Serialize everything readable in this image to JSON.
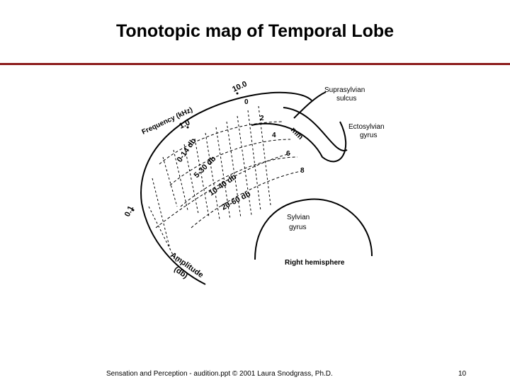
{
  "slide": {
    "title": "Tonotopic map of Temporal Lobe",
    "footer": "Sensation and Perception - audition.ppt © 2001 Laura Snodgrass, Ph.D.",
    "page_number": "10",
    "rule_color": "#8b1a1a"
  },
  "figure": {
    "labels": {
      "suprasylvian": "Suprasylvian\nsulcus",
      "ectosylvian": "Ectosylvian\ngyrus",
      "sylvian": "Sylvian\ngyrus",
      "hemisphere": "Right hemisphere",
      "frequency_axis": "Frequency (kHz)",
      "amplitude_axis": "Amplitude\n(db)",
      "mm": "mm"
    },
    "freq_ticks": [
      "10.0",
      "1.0",
      "0.1"
    ],
    "mm_ticks": [
      "0",
      "2",
      "4",
      "6",
      "8"
    ],
    "db_bands": [
      "0-14 db",
      "5-30 db",
      "10-40 db",
      "20-60 db"
    ]
  }
}
